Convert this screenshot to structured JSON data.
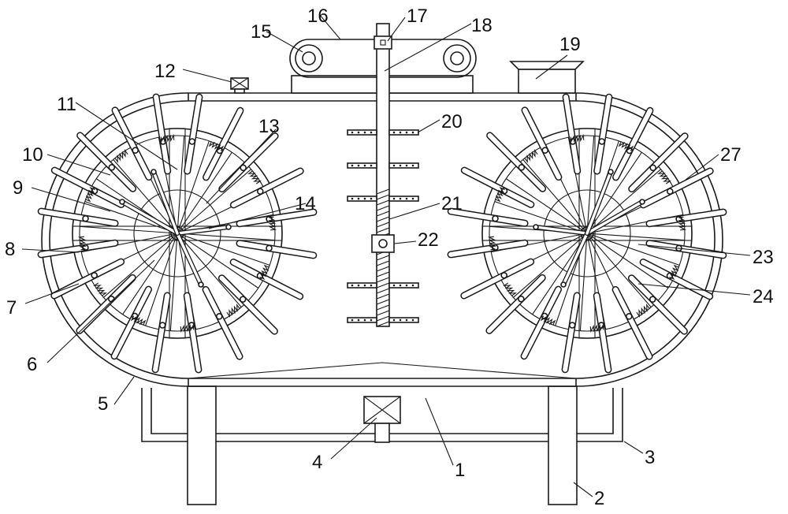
{
  "labels": [
    "1",
    "2",
    "3",
    "4",
    "5",
    "6",
    "7",
    "8",
    "9",
    "10",
    "11",
    "12",
    "13",
    "14",
    "15",
    "16",
    "17",
    "18",
    "19",
    "20",
    "21",
    "22",
    "23",
    "24",
    "27"
  ],
  "colors": {
    "stroke": "#1a1a1a",
    "background": "#ffffff"
  }
}
